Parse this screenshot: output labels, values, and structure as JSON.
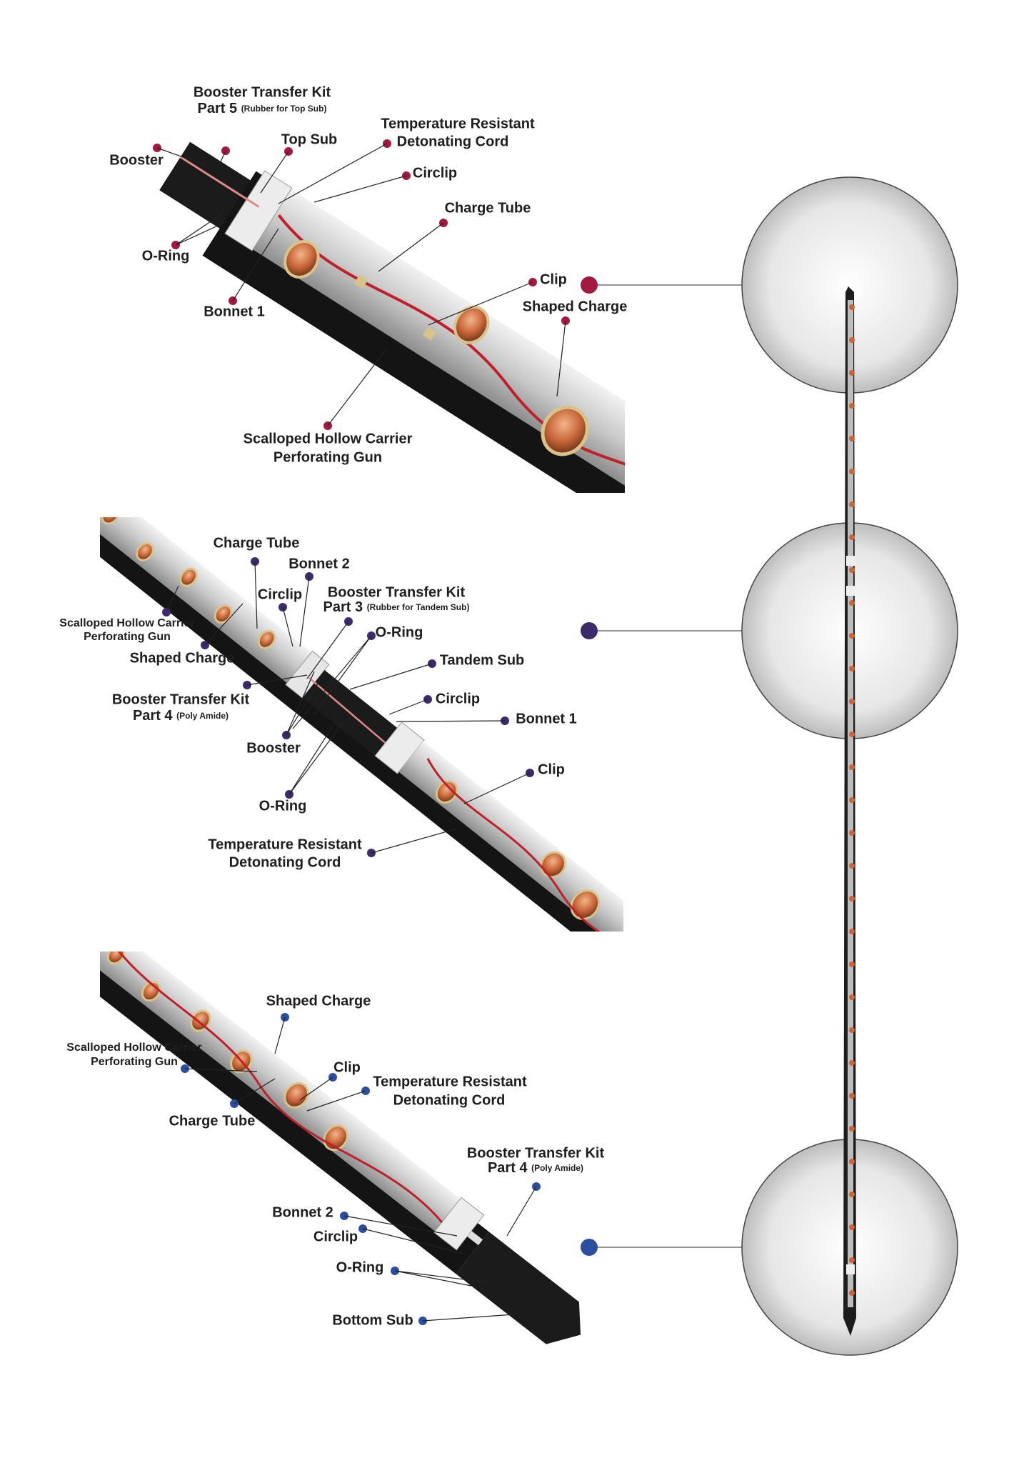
{
  "colors": {
    "top": "#a3193f",
    "middle": "#3d2a6b",
    "bottom": "#2b4f9e"
  },
  "top": {
    "btk5": {
      "line1": "Booster Transfer Kit",
      "main": "Part 5",
      "note": "(Rubber for Top Sub)"
    },
    "booster": "Booster",
    "top_sub": "Top Sub",
    "cord": {
      "line1": "Temperature Resistant",
      "line2": "Detonating Cord"
    },
    "circlip": "Circlip",
    "charge_tube": "Charge Tube",
    "o_ring": "O-Ring",
    "bonnet1": "Bonnet 1",
    "clip": "Clip",
    "shaped_charge": "Shaped Charge",
    "carrier": {
      "line1": "Scalloped Hollow Carrier",
      "line2": "Perforating Gun"
    }
  },
  "middle": {
    "charge_tube": "Charge Tube",
    "bonnet2": "Bonnet 2",
    "circlip_a": "Circlip",
    "btk3": {
      "line1": "Booster Transfer Kit",
      "main": "Part 3",
      "note": "(Rubber for Tandem Sub)"
    },
    "o_ring_a": "O-Ring",
    "carrier": {
      "line1": "Scalloped Hollow Carrier",
      "line2": "Perforating Gun"
    },
    "shaped_charge": "Shaped Charge",
    "tandem_sub": "Tandem Sub",
    "btk4": {
      "line1": "Booster Transfer Kit",
      "main": "Part 4",
      "note": "(Poly Amide)"
    },
    "circlip_b": "Circlip",
    "bonnet1": "Bonnet 1",
    "booster": "Booster",
    "clip": "Clip",
    "o_ring_b": "O-Ring",
    "cord": {
      "line1": "Temperature Resistant",
      "line2": "Detonating Cord"
    }
  },
  "bottom": {
    "shaped_charge": "Shaped Charge",
    "carrier": {
      "line1": "Scalloped Hollow Carrier",
      "line2": "Perforating Gun"
    },
    "clip": "Clip",
    "cord": {
      "line1": "Temperature Resistant",
      "line2": "Detonating Cord"
    },
    "charge_tube": "Charge Tube",
    "btk4": {
      "line1": "Booster Transfer Kit",
      "main": "Part 4",
      "note": "(Poly Amide)"
    },
    "bonnet2": "Bonnet 2",
    "circlip": "Circlip",
    "o_ring": "O-Ring",
    "bottom_sub": "Bottom Sub"
  }
}
